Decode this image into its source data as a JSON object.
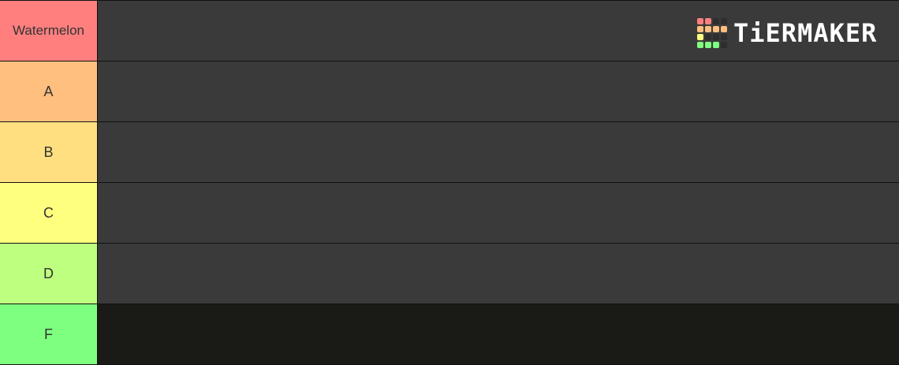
{
  "tiers": [
    {
      "label": "Watermelon",
      "color": "#ff7f7f"
    },
    {
      "label": "A",
      "color": "#ffbf7f"
    },
    {
      "label": "B",
      "color": "#ffdf7f"
    },
    {
      "label": "C",
      "color": "#ffff7f"
    },
    {
      "label": "D",
      "color": "#bfff7f"
    },
    {
      "label": "F",
      "color": "#7fff7f"
    }
  ],
  "logo": {
    "text": "TiERMAKER",
    "colors": {
      "red": "#ff7f7f",
      "orange": "#ffbf7f",
      "yellow": "#ffff7f",
      "green": "#7fff7f",
      "empty": "#2e2e2e"
    }
  }
}
